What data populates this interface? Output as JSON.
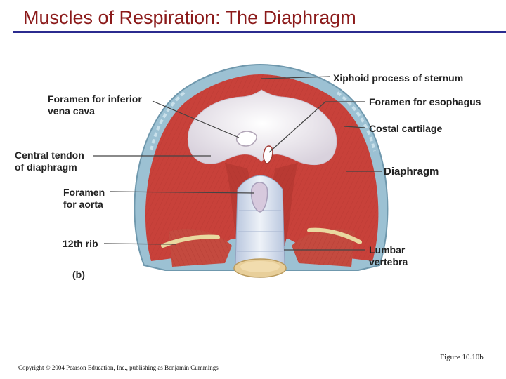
{
  "slide": {
    "title": "Muscles of Respiration: The Diaphragm",
    "figure_ref": "Figure 10.10b",
    "copyright": "Copyright © 2004 Pearson Education, Inc., publishing as Benjamin Cummings"
  },
  "diagram": {
    "panel_label": "(b)",
    "labels": {
      "xiphoid": "Xiphoid process of sternum",
      "foramen_ivc_1": "Foramen for inferior",
      "foramen_ivc_2": "vena cava",
      "foramen_esophagus": "Foramen for esophagus",
      "costal_cartilage": "Costal cartilage",
      "central_tendon_1": "Central tendon",
      "central_tendon_2": "of diaphragm",
      "diaphragm": "Diaphragm",
      "foramen_aorta_1": "Foramen",
      "foramen_aorta_2": "for aorta",
      "rib12": "12th rib",
      "lumbar_1": "Lumbar",
      "lumbar_2": "vertebra"
    }
  },
  "colors": {
    "title": "#8b1a1a",
    "rule": "#2b2b8f",
    "muscle": "#c8413a",
    "tendon": "#e6e2ea",
    "cartilage": "#8fb8cc"
  }
}
